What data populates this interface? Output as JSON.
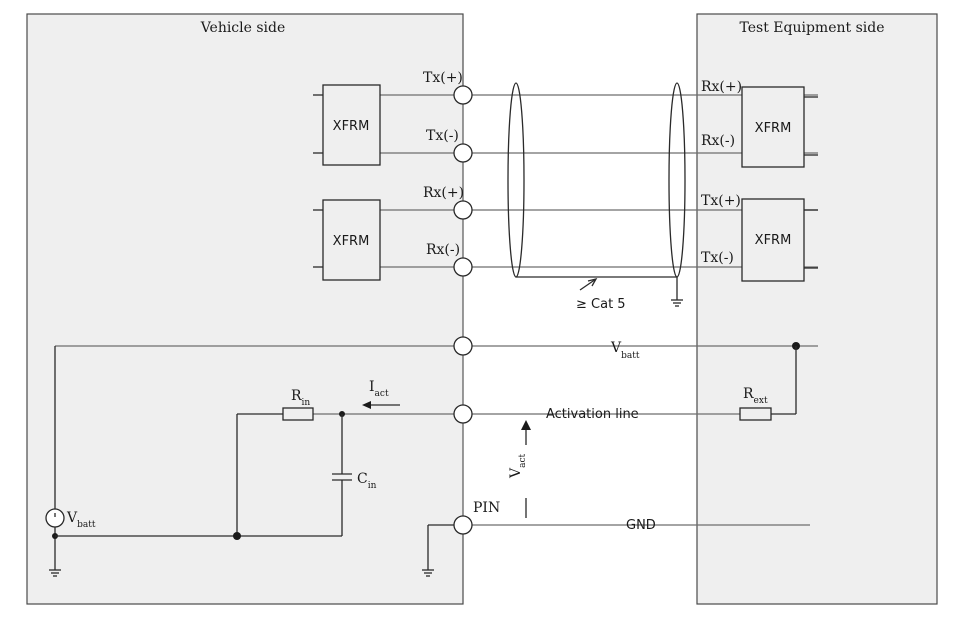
{
  "vehicle_side": {
    "title": "Vehicle side"
  },
  "test_equipment_side": {
    "title": "Test Equipment side"
  },
  "transformers": [
    {
      "id": "vehicle-xfrm-1",
      "label": "XFRM"
    },
    {
      "id": "vehicle-xfrm-2",
      "label": "XFRM"
    },
    {
      "id": "tester-xfrm-1",
      "label": "XFRM"
    },
    {
      "id": "tester-xfrm-2",
      "label": "XFRM"
    }
  ],
  "vehicle_pins": {
    "tx_plus": "Tx(+)",
    "tx_minus": "Tx(-)",
    "rx_plus": "Rx(+)",
    "rx_minus": "Rx(-)"
  },
  "tester_pins": {
    "rx_plus": "Rx(+)",
    "rx_minus": "Rx(-)",
    "tx_plus": "Tx(+)",
    "tx_minus": "Tx(-)"
  },
  "cable": {
    "label": "≥ Cat 5"
  },
  "vbatt_line": {
    "main": "V",
    "sub": "batt"
  },
  "activation_line": {
    "label": "Activation line"
  },
  "gnd_line": {
    "label": "GND"
  },
  "pin_label": "PIN",
  "r_in": {
    "main": "R",
    "sub": "in"
  },
  "c_in": {
    "main": "C",
    "sub": "in"
  },
  "i_act": {
    "main": "I",
    "sub": "act"
  },
  "v_act": {
    "main": "V",
    "sub": "act"
  },
  "r_ext": {
    "main": "R",
    "sub": "ext"
  },
  "vbatt_source": {
    "main": "V",
    "sub": "batt"
  }
}
